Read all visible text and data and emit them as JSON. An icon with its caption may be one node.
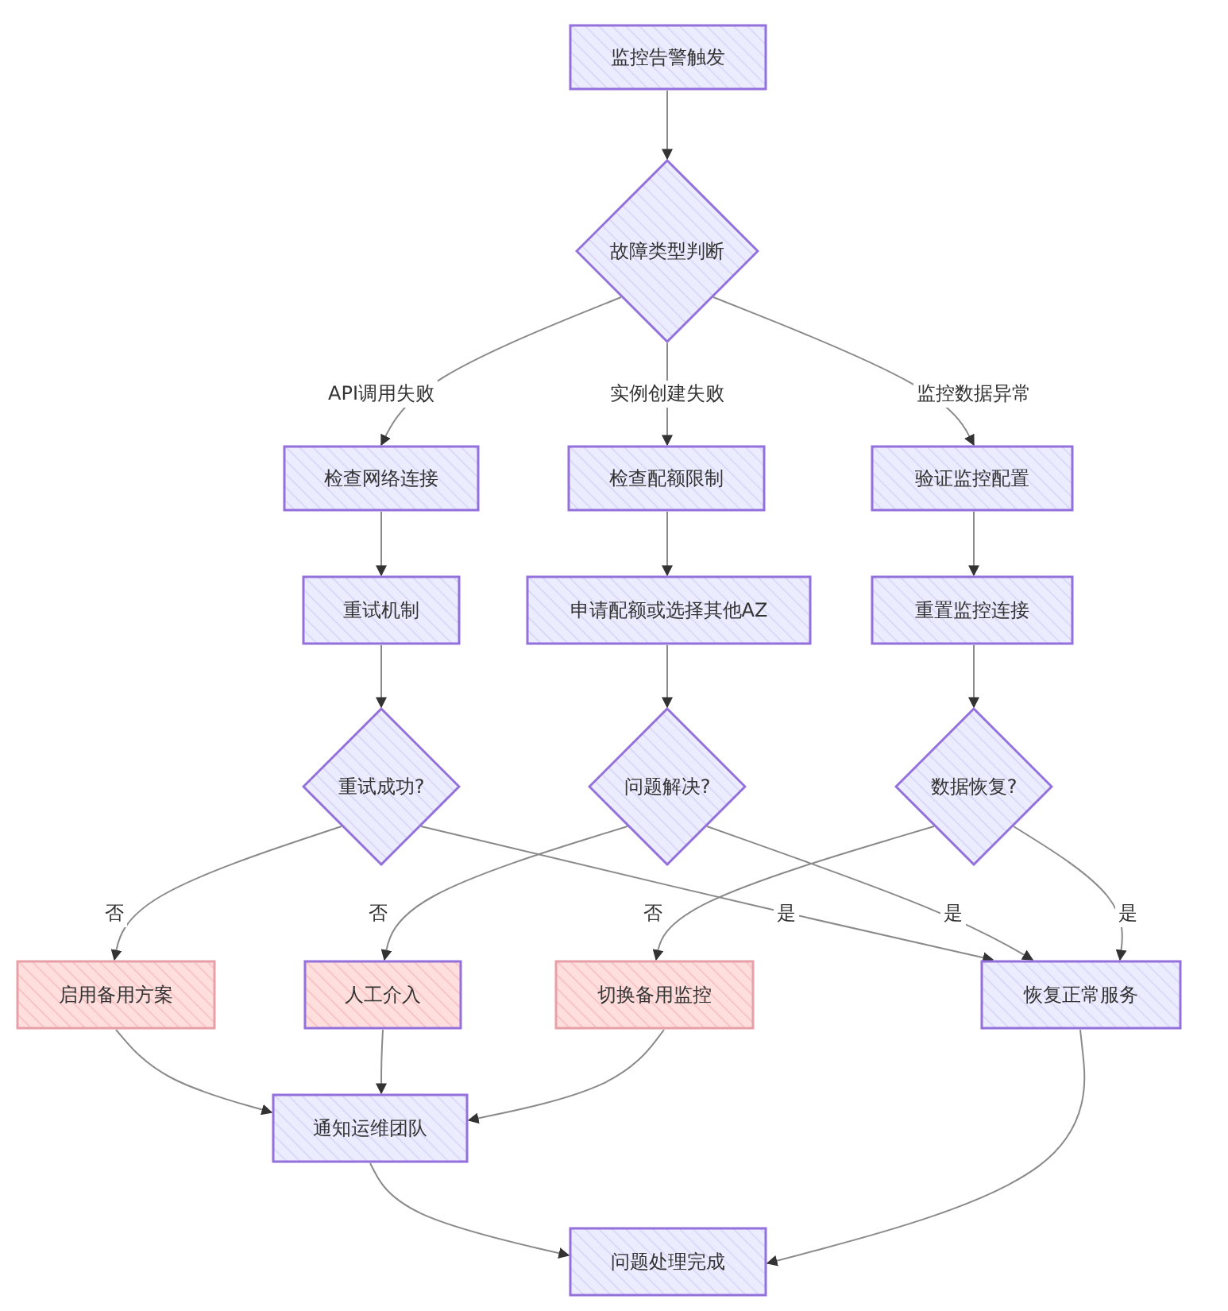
{
  "diagram": {
    "nodes": [
      {
        "text": [
          "监控告警触发"
        ]
      },
      {
        "text": [
          "故障类型判断"
        ]
      },
      {
        "text": [
          "检查网络连接"
        ]
      },
      {
        "text": [
          "检查配额限制"
        ]
      },
      {
        "text": [
          "验证监控配置"
        ]
      },
      {
        "text": [
          "重试机制"
        ]
      },
      {
        "text": [
          "申请配额或选择其他AZ"
        ]
      },
      {
        "text": [
          "重置监控连接"
        ]
      },
      {
        "text": [
          "重试成功?"
        ]
      },
      {
        "text": [
          "问题解决?"
        ]
      },
      {
        "text": [
          "数据恢复?"
        ]
      },
      {
        "text": [
          "启用备用方案"
        ]
      },
      {
        "text": [
          "人工介入"
        ]
      },
      {
        "text": [
          "切换备用监控"
        ]
      },
      {
        "text": [
          "恢复正常服务"
        ]
      },
      {
        "text": [
          "通知运维团队"
        ]
      },
      {
        "text": [
          "问题处理完成"
        ]
      }
    ],
    "edges": [
      {
        "from": 0,
        "to": 1,
        "arrow": "to"
      },
      {
        "from": 1,
        "to": 2,
        "arrow": "to",
        "label": "API调用失败"
      },
      {
        "from": 1,
        "to": 3,
        "arrow": "to",
        "label": "实例创建失败"
      },
      {
        "from": 1,
        "to": 4,
        "arrow": "to",
        "label": "监控数据异常"
      },
      {
        "from": 2,
        "to": 5,
        "arrow": "to"
      },
      {
        "from": 3,
        "to": 6,
        "arrow": "to"
      },
      {
        "from": 4,
        "to": 7,
        "arrow": "to"
      },
      {
        "from": 5,
        "to": 8,
        "arrow": "to"
      },
      {
        "from": 6,
        "to": 9,
        "arrow": "to"
      },
      {
        "from": 7,
        "to": 10,
        "arrow": "to"
      },
      {
        "from": 8,
        "to": 11,
        "arrow": "to",
        "label": "否"
      },
      {
        "from": 8,
        "to": 14,
        "arrow": "to",
        "label": "是"
      },
      {
        "from": 9,
        "to": 12,
        "arrow": "to",
        "label": "否"
      },
      {
        "from": 9,
        "to": 14,
        "arrow": "to",
        "label": "是"
      },
      {
        "from": 10,
        "to": 13,
        "arrow": "to",
        "label": "否"
      },
      {
        "from": 10,
        "to": 14,
        "arrow": "to",
        "label": "是"
      },
      {
        "from": 11,
        "to": 15,
        "arrow": "to"
      },
      {
        "from": 12,
        "to": 15,
        "arrow": "to"
      },
      {
        "from": 13,
        "to": 15,
        "arrow": "to"
      },
      {
        "from": 15,
        "to": 16,
        "arrow": "to"
      },
      {
        "from": 14,
        "to": 16,
        "arrow": "to"
      }
    ]
  }
}
